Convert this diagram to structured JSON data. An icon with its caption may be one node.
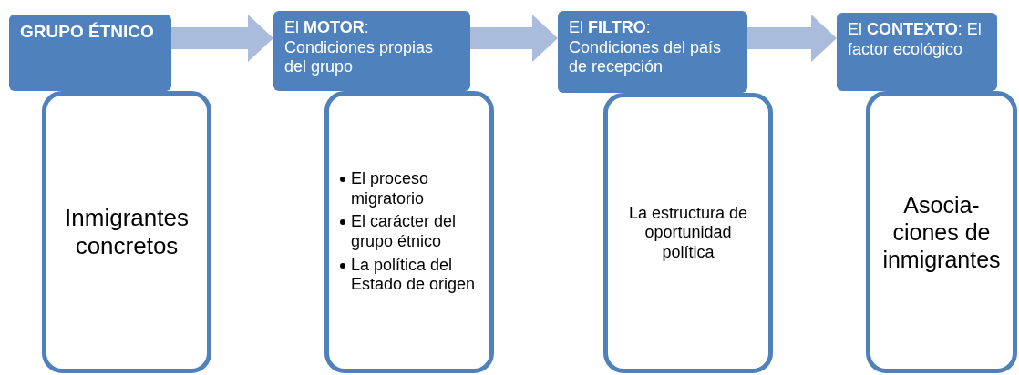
{
  "diagram": {
    "nodes": [
      {
        "text": [
          "GRUPO ÉTNICO"
        ]
      },
      {
        "text": [
          "Inmigrantes concretos"
        ]
      },
      {
        "text": [
          "El **MOTOR**: Condiciones propias del grupo"
        ]
      },
      {
        "text": [
          "El proceso migratorio",
          "El carácter del grupo étnico",
          "La política del Estado de origen"
        ]
      },
      {
        "text": [
          "El **FILTRO**: Condiciones del país de recepción"
        ]
      },
      {
        "text": [
          "La estructura de oportunidad política"
        ]
      },
      {
        "text": [
          "El **CONTEXTO**: El factor ecológico"
        ]
      },
      {
        "text": [
          "Asocia- ciones de inmigrantes"
        ]
      }
    ],
    "edges": [
      {
        "from": 0,
        "to": 2,
        "arrow": "to"
      },
      {
        "from": 2,
        "to": 4,
        "arrow": "to"
      },
      {
        "from": 4,
        "to": 6,
        "arrow": "to"
      }
    ]
  }
}
